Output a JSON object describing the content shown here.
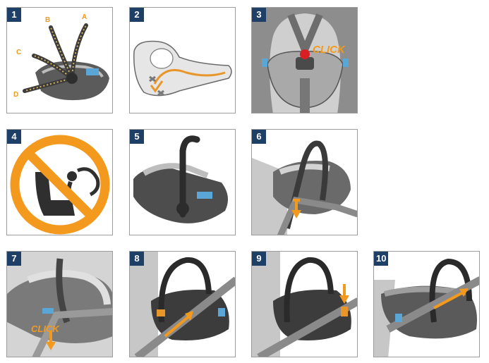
{
  "steps": [
    {
      "number": "1",
      "labels": {
        "a": "A",
        "b": "B",
        "c": "C",
        "d": "D"
      }
    },
    {
      "number": "2"
    },
    {
      "number": "3",
      "callout": "CLICK"
    },
    {
      "number": "4"
    },
    {
      "number": "5"
    },
    {
      "number": "6"
    },
    {
      "number": "7",
      "callout": "CLICK"
    },
    {
      "number": "8"
    },
    {
      "number": "9"
    },
    {
      "number": "10"
    }
  ],
  "colors": {
    "badge": "#1e3f66",
    "accent_orange": "#f39a1e",
    "seat_dark": "#4a4a4a",
    "seat_mid": "#8a8a8a",
    "seat_light": "#c9c9c9",
    "clip_blue": "#5aa6d6",
    "border": "#9c9c9c",
    "prohibition": "#f39a1e"
  }
}
